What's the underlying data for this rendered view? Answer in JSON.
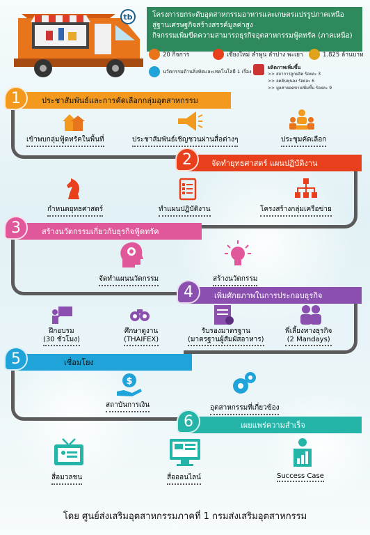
{
  "header": {
    "title_lines": [
      "โครงการยกระดับอุตสาหกรรมอาหารและเกษตรแปรรูปภาคเหนือ",
      "สู่ฐานเศรษฐกิจสร้างสรรค์มูลค่าสูง",
      "กิจกรรมเพิ่มขีดความสามารถธุรกิจอุตสาหกรรมฟู้ดทรัค (ภาคเหนือ)"
    ],
    "logo_text": "tb",
    "activities": "20 กิจการ",
    "provinces": "เชียงใหม่ ลำพูน ลำปาง พะเยา",
    "value": "1.825 ล้านบาท",
    "innovation": "นวัตกรรมด้านสิ่งทัดและเทคโนโลยี 1 เรื่อง",
    "results_title": "ผลิตภาพเพิ่มขึ้น",
    "results": [
      ">> สถาการลูกผลิต ร้อยละ 3",
      ">> ลดต้นทุนลง ร้อยละ 6",
      ">> มูลค่ายอดขายเพิ่มขึ้น ร้อยละ 9"
    ]
  },
  "steps": [
    {
      "num": "1",
      "title": "ประชาสัมพันธ์และการคัดเลือกกลุ่มอุตสาหกรรม",
      "items": [
        "เข้าพบกลุ่มฟู้ดทรัคในพื้นที่",
        "ประชาสัมพันธ์เชิญชวนผ่านสื่อต่างๆ",
        "ประชุมคัดเลือก"
      ]
    },
    {
      "num": "2",
      "title": "จัดทำยุทธศาสตร์ แผนปฏิบัติงาน",
      "items": [
        "กำหนดยุทธศาสตร์",
        "ทำแผนปฏิบัติงาน",
        "โครงสร้างกลุ่มเครือข่าย"
      ]
    },
    {
      "num": "3",
      "title": "สร้างนวัตกรรมเกี่ยวกับธุรกิจฟู้ดทรัค",
      "items": [
        "จัดทำแผนนวัตกรรม",
        "สร้างนวัตกรรม"
      ]
    },
    {
      "num": "4",
      "title": "เพิ่มศักยภาพในการประกอบธุรกิจ",
      "items": [
        {
          "l1": "ฝึกอบรม",
          "l2": "(30 ชั่วโมง)"
        },
        {
          "l1": "ศึกษาดูงาน",
          "l2": "(THAIFEX)"
        },
        {
          "l1": "รับรองมาตรฐาน",
          "l2": "(มาตรฐานผู้สัมผัสอาหาร)"
        },
        {
          "l1": "พี่เลี้ยงทางธุรกิจ",
          "l2": "(2 Mandays)"
        }
      ]
    },
    {
      "num": "5",
      "title": "เชื่อมโยง",
      "items": [
        "สถาบันการเงิน",
        "อุตสาหกรรมที่เกี่ยวข้อง"
      ]
    },
    {
      "num": "6",
      "title": "เผยแพร่ความสำเร็จ",
      "items": [
        "สื่อมวลชน",
        "สื่อออนไลน์",
        "Success Case"
      ]
    }
  ],
  "footer": "โดย ศูนย์ส่งเสริมอุตสาหกรรมภาคที่ 1   กรมส่งเสริมอุตสาหกรรม",
  "colors": {
    "step1": "#f39a1e",
    "step2": "#e8401c",
    "step3": "#e0589a",
    "step4": "#8b4fb0",
    "step5": "#1fa3d8",
    "step6": "#24b4a8",
    "header_box": "#2e8a5d",
    "path": "#5b5b5b"
  }
}
